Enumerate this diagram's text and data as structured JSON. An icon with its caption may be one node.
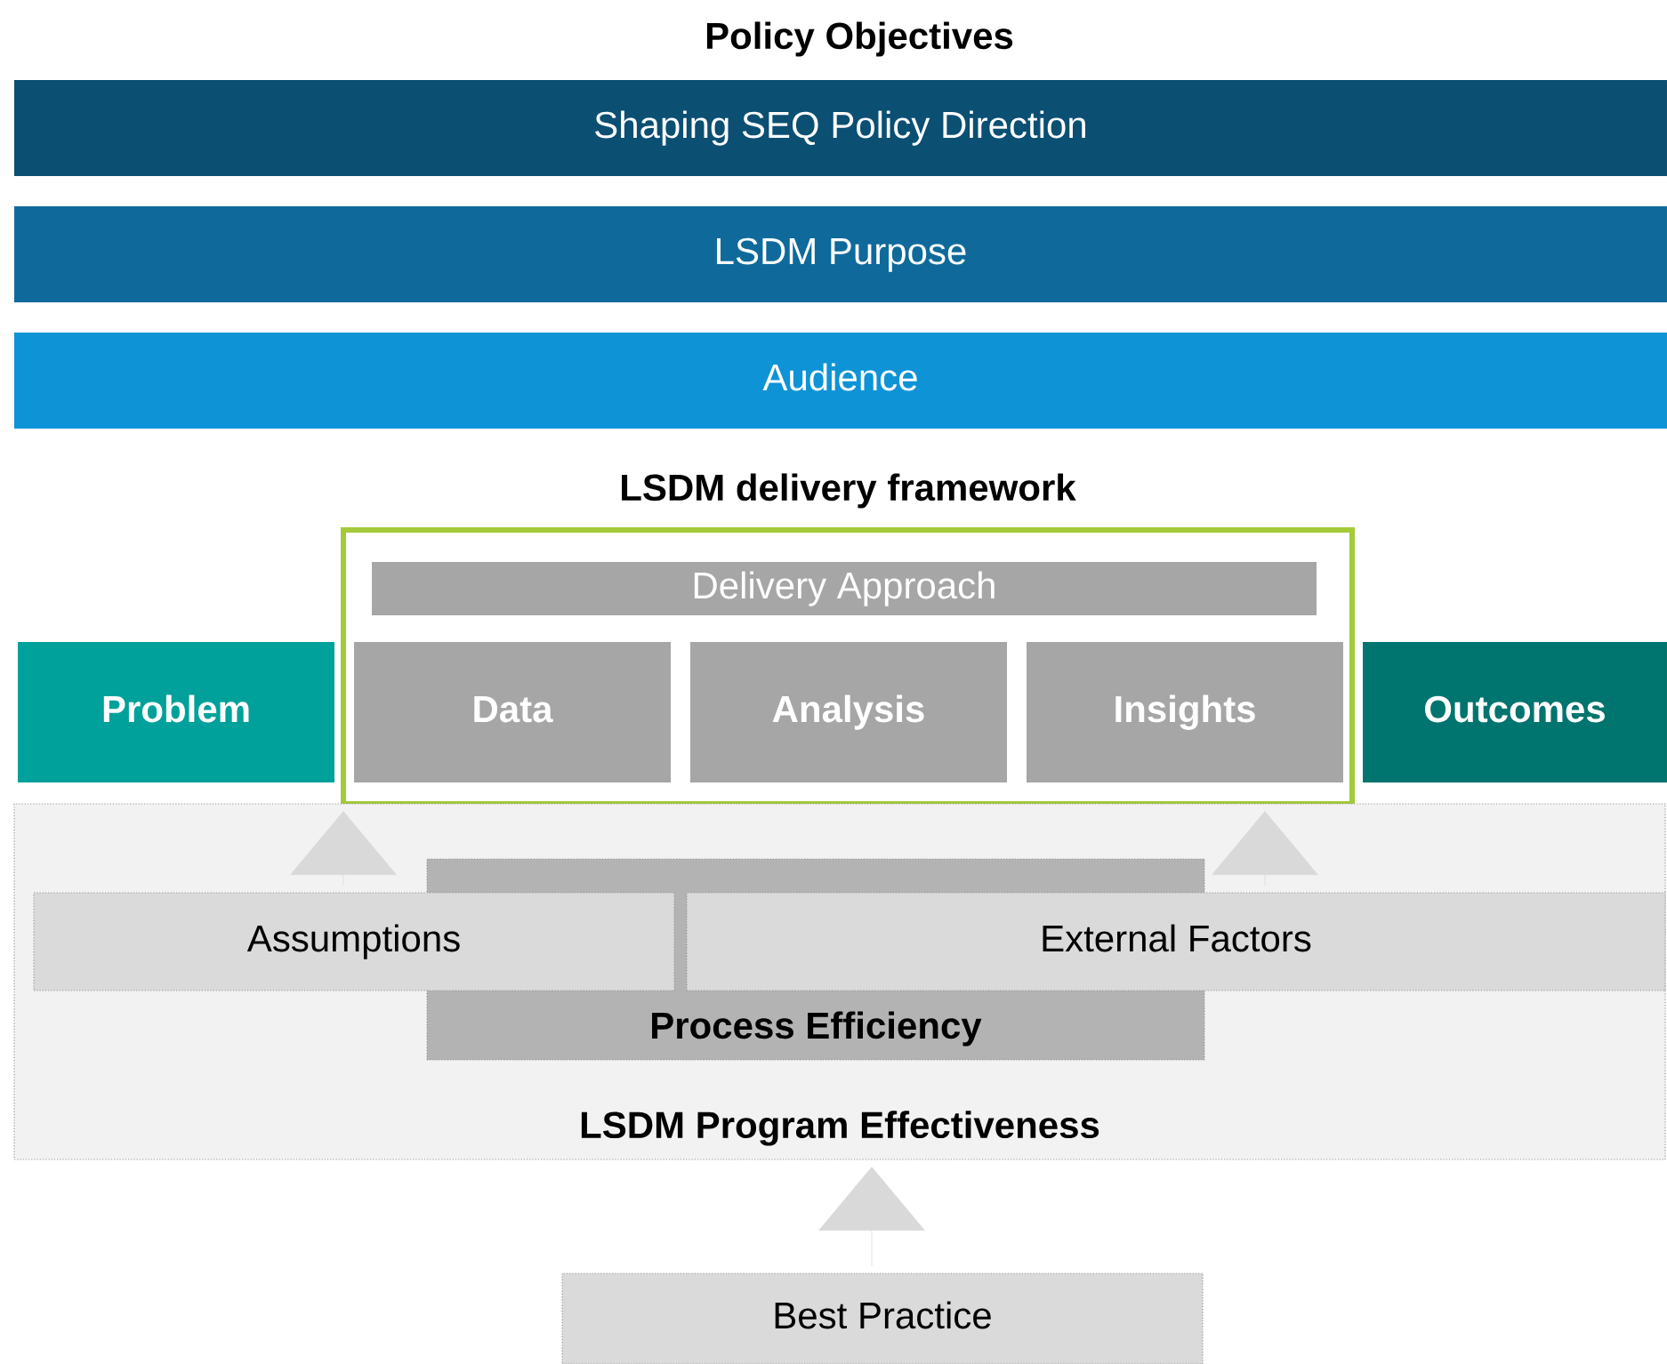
{
  "diagram": {
    "nodes": [
      {
        "text": [
          "Shaping SEQ Policy Direction"
        ]
      },
      {
        "text": [
          "LSDM Purpose"
        ]
      },
      {
        "text": [
          "Audience"
        ]
      },
      {
        "text": [
          "Problem"
        ]
      },
      {
        "text": [
          "LSDM delivery framework"
        ]
      },
      {
        "text": [
          "Delivery Approach"
        ],
        "in": 4
      },
      {
        "text": [
          "Data"
        ],
        "in": 4
      },
      {
        "text": [
          "Analysis"
        ],
        "in": 4
      },
      {
        "text": [
          "Insights"
        ],
        "in": 4
      },
      {
        "text": [
          "Outcomes"
        ]
      },
      {
        "text": [
          "LSDM Program Effectiveness"
        ]
      },
      {
        "text": [
          "Process Efficiency"
        ],
        "in": 10
      },
      {
        "text": [
          "Assumptions"
        ],
        "in": 10
      },
      {
        "text": [
          "External Factors"
        ],
        "in": 10
      },
      {
        "text": [
          "Best Practice"
        ]
      }
    ],
    "edges": [
      {
        "from": 12,
        "to": 4,
        "arrow": "to"
      },
      {
        "from": 13,
        "to": 4,
        "arrow": "to"
      },
      {
        "from": 14,
        "to": 10,
        "arrow": "to"
      }
    ],
    "labels": [
      "Policy Objectives"
    ]
  }
}
